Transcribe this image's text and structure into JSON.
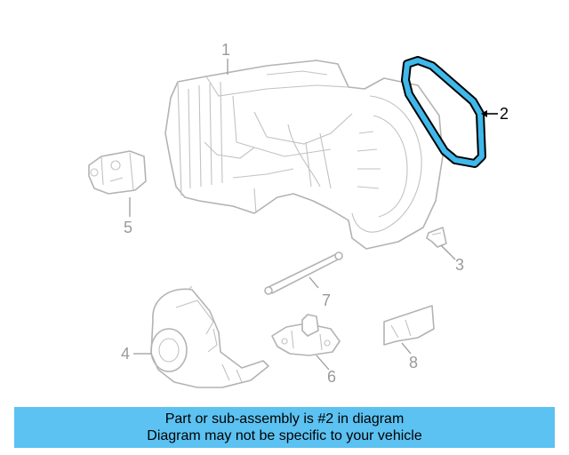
{
  "callouts": {
    "c1": "1",
    "c2": "2",
    "c3": "3",
    "c4": "4",
    "c5": "5",
    "c6": "6",
    "c7": "7",
    "c8": "8"
  },
  "highlighted_part": "2",
  "colors": {
    "highlight": "#3fb8ea",
    "banner": "#5bc2f2",
    "line_gray": "#b3b3b3"
  },
  "banner": {
    "line1": "Part or sub-assembly is #2 in diagram",
    "line2": "Diagram may not be specific to your vehicle"
  }
}
